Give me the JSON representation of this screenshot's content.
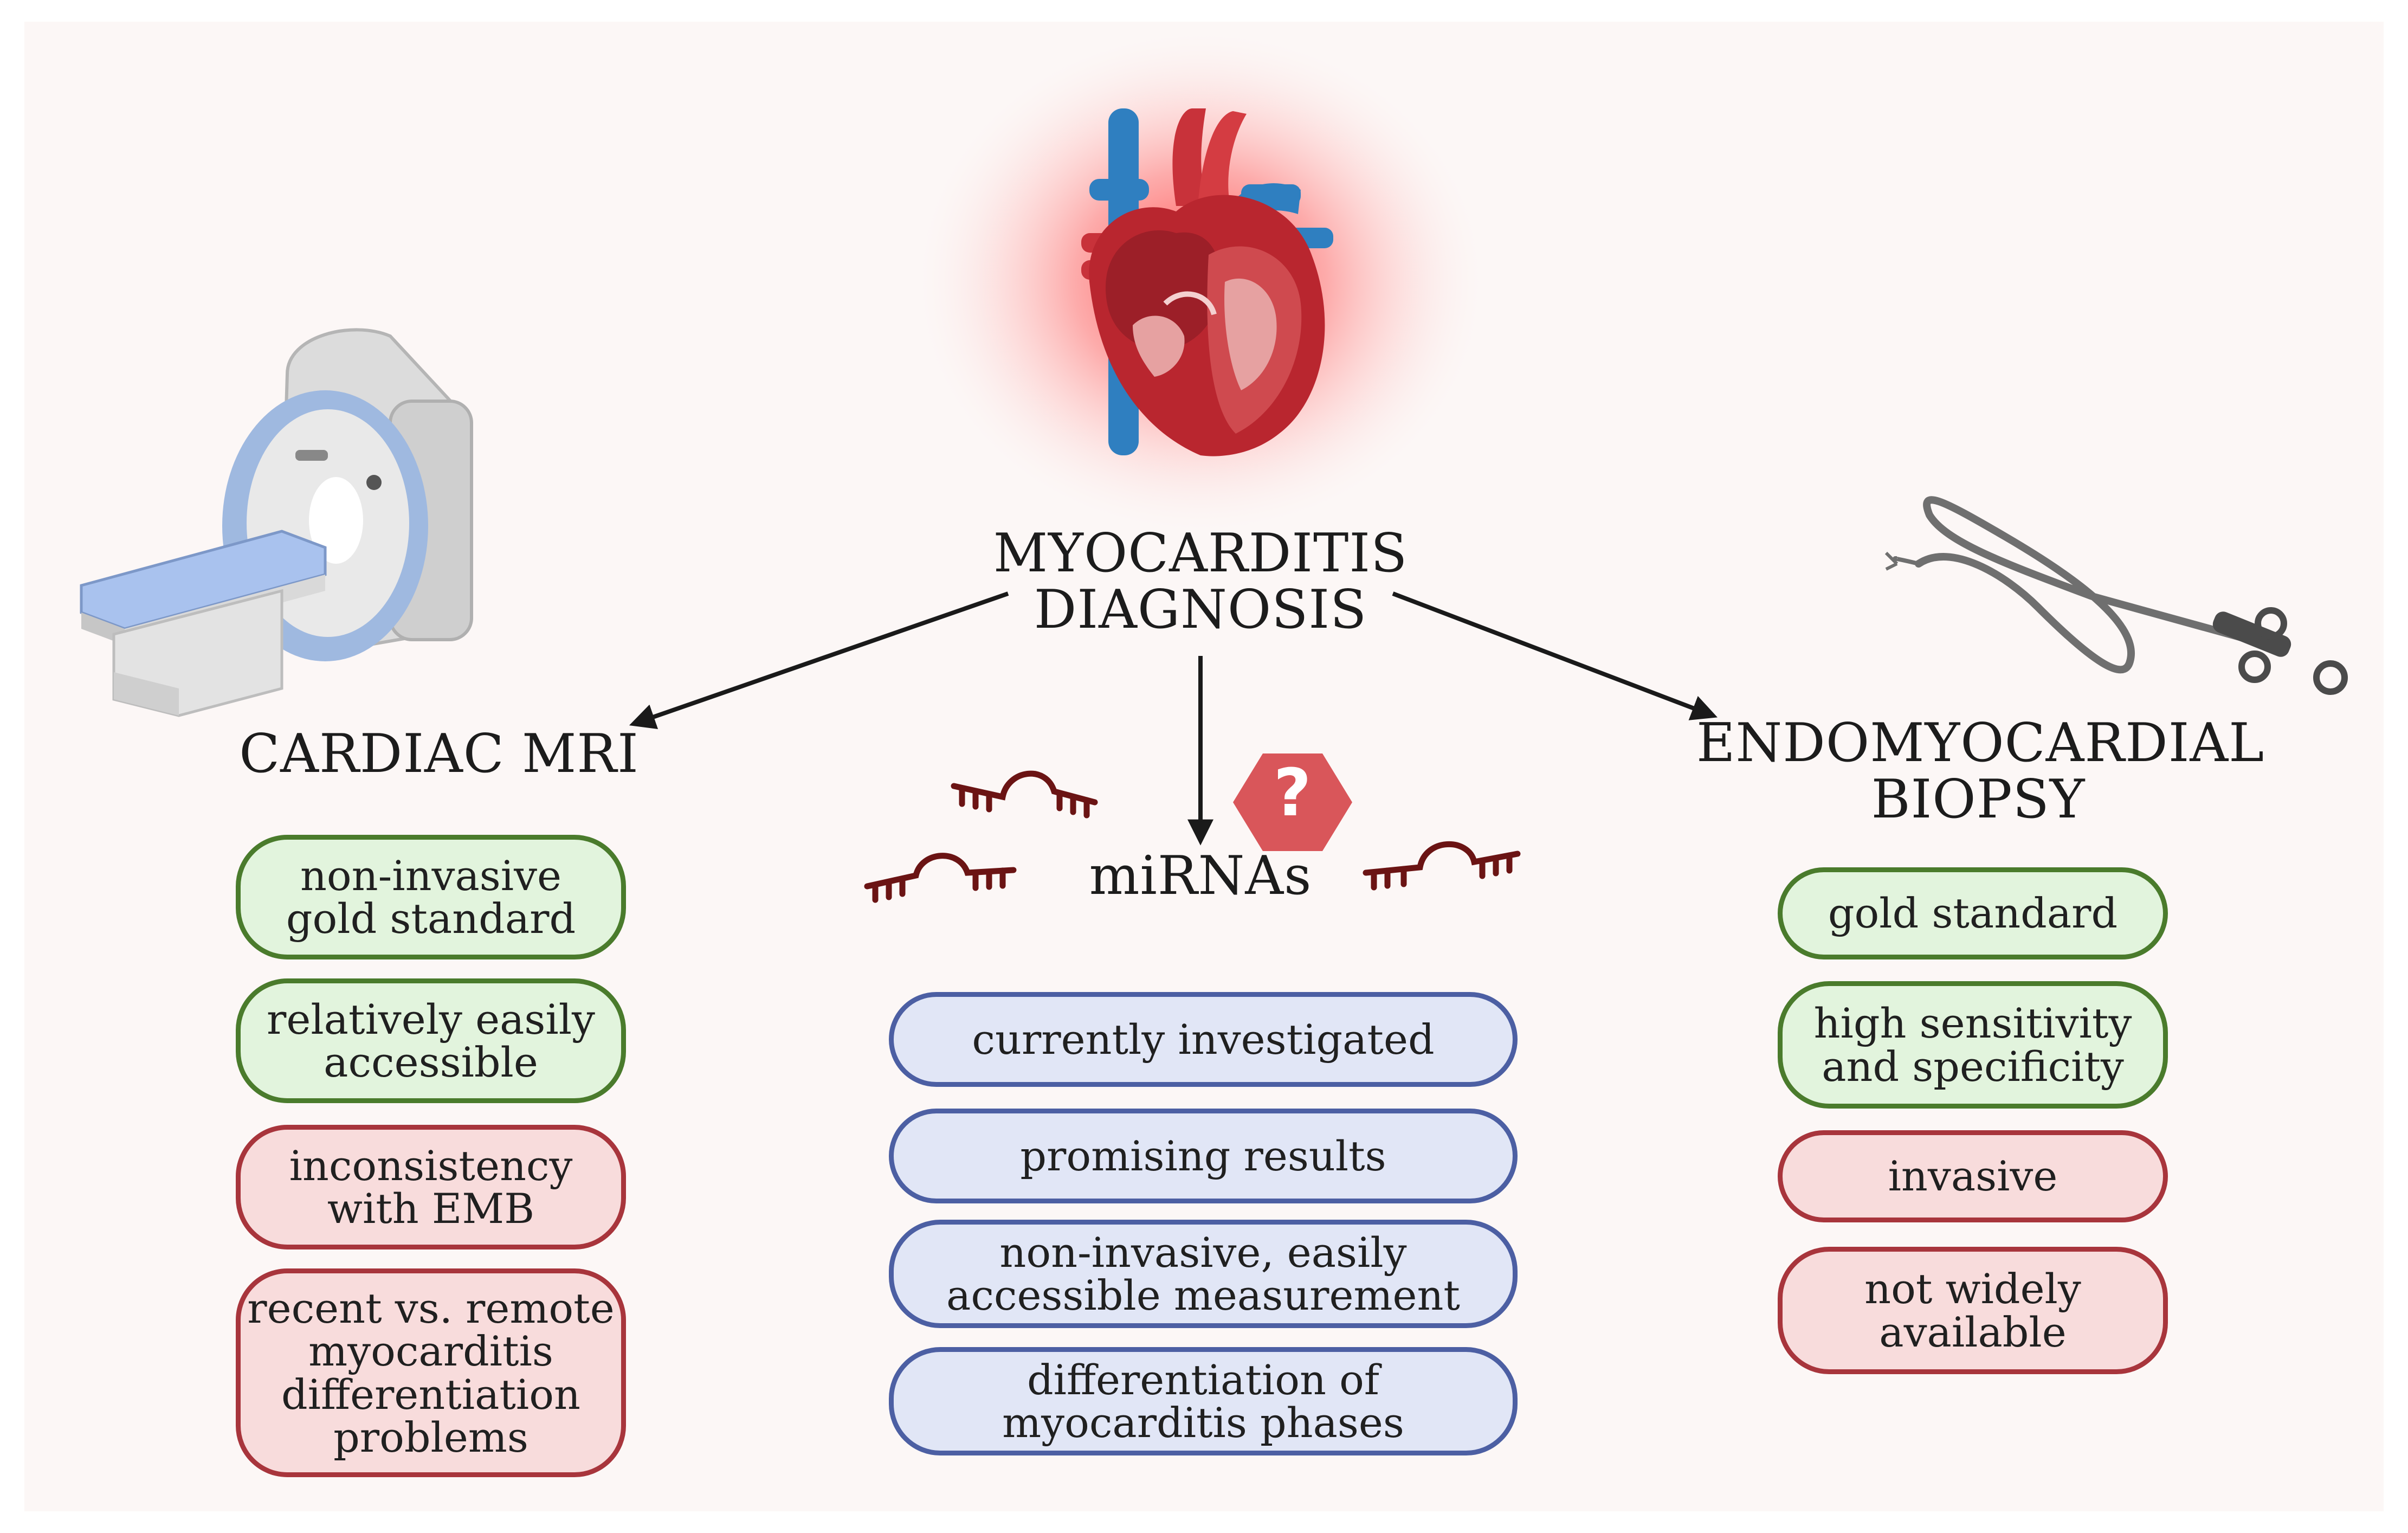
{
  "center_title": "MYOCARDITIS\nDIAGNOSIS",
  "columns": [
    {
      "key": "mri",
      "title": "CARDIAC MRI",
      "items": [
        {
          "text": "non-invasive\ngold standard",
          "kind": "advantage"
        },
        {
          "text": "relatively easily\naccessible",
          "kind": "advantage"
        },
        {
          "text": "inconsistency\nwith EMB",
          "kind": "limitation"
        },
        {
          "text": "recent vs. remote\nmyocarditis\ndifferentiation\nproblems",
          "kind": "limitation"
        }
      ]
    },
    {
      "key": "mirna",
      "title": "miRNAs",
      "items": [
        {
          "text": "currently investigated",
          "kind": "feature"
        },
        {
          "text": "promising results",
          "kind": "feature"
        },
        {
          "text": "non-invasive, easily\naccessible measurement",
          "kind": "feature"
        },
        {
          "text": "differentiation of\nmyocarditis phases",
          "kind": "feature"
        }
      ]
    },
    {
      "key": "emb",
      "title": "ENDOMYOCARDIAL\nBIOPSY",
      "items": [
        {
          "text": "gold standard",
          "kind": "advantage"
        },
        {
          "text": "high sensitivity\nand specificity",
          "kind": "advantage"
        },
        {
          "text": "invasive",
          "kind": "limitation"
        },
        {
          "text": "not widely\navailable",
          "kind": "limitation"
        }
      ]
    }
  ],
  "question_mark": "?",
  "colors": {
    "advantage_fill": "#e2f4dd",
    "advantage_border": "#4a7b2c",
    "limitation_fill": "#f8dcdc",
    "limitation_border": "#a8353c",
    "feature_fill": "#e1e6f6",
    "feature_border": "#4c5fa3",
    "question_badge": "#d9565a",
    "mirna_strand": "#6b1414"
  },
  "icons": [
    "heart-icon",
    "mri-scanner-icon",
    "biopsy-forceps-icon",
    "mirna-icon",
    "question-badge-icon"
  ]
}
